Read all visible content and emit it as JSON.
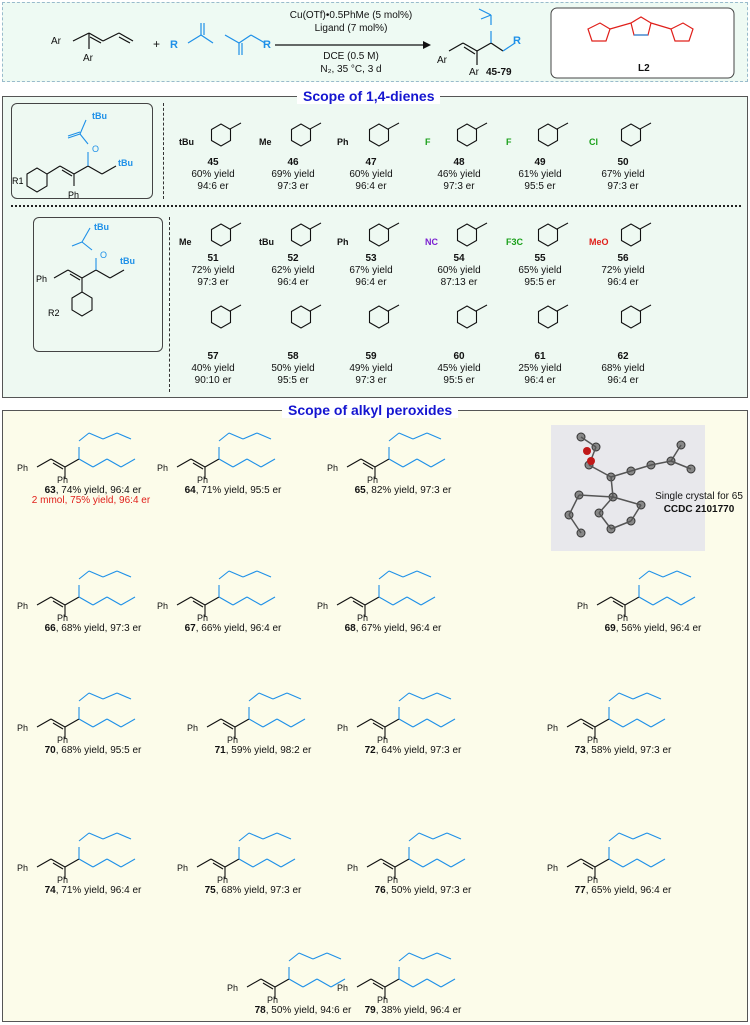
{
  "header": {
    "reagent_ar1": "Ar",
    "reagent_ar2": "Ar",
    "plus": "+",
    "cond1": "Cu(OTf)•0.5PhMe (5 mol%)",
    "cond2": "Ligand (7 mol%)",
    "cond3": "DCE (0.5 M)",
    "cond4": "N₂, 35 °C, 3 d",
    "product_range": "45-79",
    "ligand_label": "L2"
  },
  "scope1": {
    "title": "Scope of 1,4-dienes",
    "row1": [
      {
        "num": "45",
        "sub": "tBu",
        "yield": "60% yield",
        "er": "94:6 er"
      },
      {
        "num": "46",
        "sub": "Me",
        "yield": "69% yield",
        "er": "97:3 er"
      },
      {
        "num": "47",
        "sub": "Ph",
        "yield": "60% yield",
        "er": "96:4 er"
      },
      {
        "num": "48",
        "sub": "F",
        "yield": "46% yield",
        "er": "97:3 er"
      },
      {
        "num": "49",
        "sub": "F",
        "yield": "61% yield",
        "er": "95:5 er"
      },
      {
        "num": "50",
        "sub": "Cl",
        "yield": "67% yield",
        "er": "97:3 er"
      }
    ],
    "row2": [
      {
        "num": "51",
        "sub": "Me",
        "yield": "72% yield",
        "er": "97:3 er"
      },
      {
        "num": "52",
        "sub": "tBu",
        "yield": "62% yield",
        "er": "96:4 er"
      },
      {
        "num": "53",
        "sub": "Ph",
        "yield": "67% yield",
        "er": "96:4 er"
      },
      {
        "num": "54",
        "sub": "NC",
        "yield": "60% yield",
        "er": "87:13 er"
      },
      {
        "num": "55",
        "sub": "F3C",
        "yield": "65% yield",
        "er": "95:5 er"
      },
      {
        "num": "56",
        "sub": "MeO",
        "yield": "72% yield",
        "er": "96:4 er"
      }
    ],
    "row3": [
      {
        "num": "57",
        "yield": "40% yield",
        "er": "90:10 er"
      },
      {
        "num": "58",
        "yield": "50% yield",
        "er": "95:5 er"
      },
      {
        "num": "59",
        "yield": "49% yield",
        "er": "97:3 er"
      },
      {
        "num": "60",
        "yield": "45% yield",
        "er": "95:5 er"
      },
      {
        "num": "61",
        "yield": "25% yield",
        "er": "96:4 er"
      },
      {
        "num": "62",
        "yield": "68% yield",
        "er": "96:4 er"
      }
    ]
  },
  "scope2": {
    "title": "Scope of alkyl peroxides",
    "crystal_text1": "Single crystal for 65",
    "crystal_text2": "CCDC 2101770",
    "note63": "2 mmol, 75% yield, 96:4 er",
    "items": [
      {
        "num": "63",
        "text": ", 74% yield, 96:4 er"
      },
      {
        "num": "64",
        "text": ", 71% yield, 95:5 er"
      },
      {
        "num": "65",
        "text": ", 82% yield,  97:3 er"
      },
      {
        "num": "66",
        "text": ", 68% yield, 97:3 er"
      },
      {
        "num": "67",
        "text": ", 66% yield, 96:4 er"
      },
      {
        "num": "68",
        "text": ", 67% yield, 96:4 er"
      },
      {
        "num": "69",
        "text": ", 56% yield, 96:4 er"
      },
      {
        "num": "70",
        "text": ", 68% yield, 95:5 er"
      },
      {
        "num": "71",
        "text": ", 59% yield, 98:2 er"
      },
      {
        "num": "72",
        "text": ", 64% yield, 97:3 er"
      },
      {
        "num": "73",
        "text": ", 58% yield, 97:3 er"
      },
      {
        "num": "74",
        "text": ", 71% yield, 96:4 er"
      },
      {
        "num": "75",
        "text": ", 68% yield, 97:3 er"
      },
      {
        "num": "76",
        "text": ", 50% yield, 97:3 er"
      },
      {
        "num": "77",
        "text": ", 65% yield, 96:4 er"
      },
      {
        "num": "78",
        "text": ", 50% yield, 94:6 er"
      },
      {
        "num": "79",
        "text": ", 38% yield,  96:4 er"
      }
    ]
  },
  "colors": {
    "blue": "#1e90e8",
    "red": "#e0201b",
    "green": "#1aa01a",
    "magenta": "#e020c8",
    "orange": "#f08c1a",
    "title": "#1515d0"
  }
}
